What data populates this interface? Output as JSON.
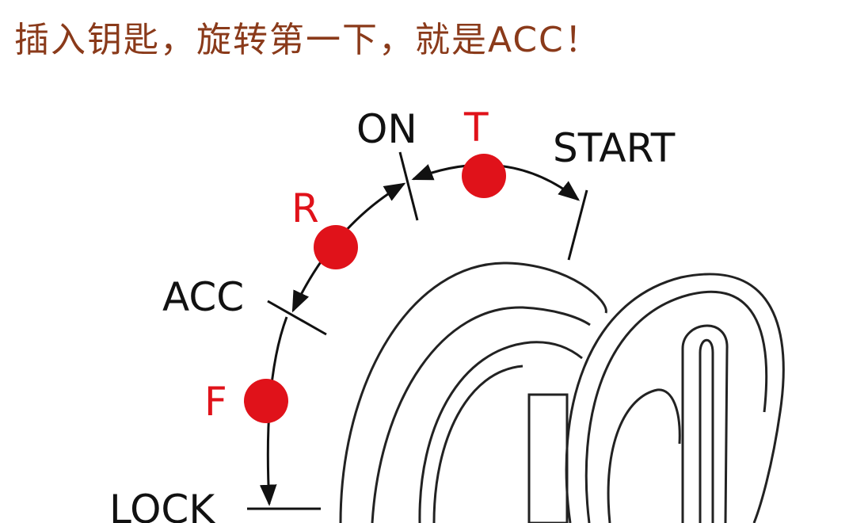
{
  "caption": "插入钥匙，旋转第一下，就是ACC！",
  "colors": {
    "caption": "#8a3a1a",
    "marker": "#e0121a",
    "ink": "#111111"
  },
  "positions": {
    "lock": "LOCK",
    "acc": "ACC",
    "on": "ON",
    "start": "START"
  },
  "markers": {
    "f": "F",
    "r": "R",
    "t": "T"
  }
}
